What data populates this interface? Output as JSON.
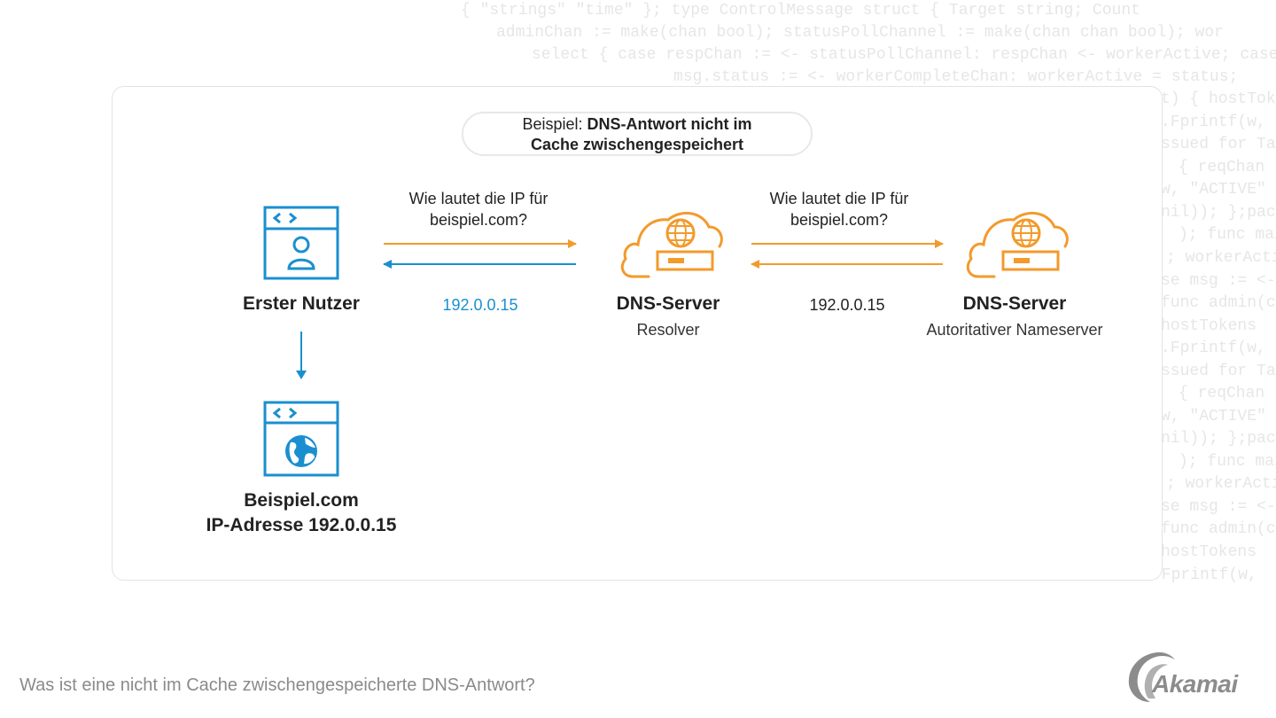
{
  "background_code": [
    "{ \"strings\" \"time\" }; type ControlMessage struct { Target string; Count",
    "adminChan := make(chan bool); statusPollChannel := make(chan chan bool); wor",
    "select { case respChan := <- statusPollChannel: respChan <- workerActive; case",
    "msg.status := <- workerCompleteChan: workerActive = status;",
    "t) { hostToke",
    ".Fprintf(w,",
    "ssued for Ta",
    "{ reqChan",
    "w, \"ACTIVE\"",
    "nil)); };pac",
    "); func mai",
    "; workerActi",
    "se msg := <-",
    "func admin(c",
    "hostTokens",
    ".Fprintf(w,",
    "ssued for Ta",
    "{ reqChan",
    "w, \"ACTIVE\"",
    "nil)); };pac",
    "); func mai",
    "; workerActi",
    "se msg := <-",
    "func admin(c",
    "hostTokens",
    ".Fprintf(w,"
  ],
  "title": {
    "prefix": "Beispiel: ",
    "bold_line1": "DNS-Antwort nicht im",
    "bold_line2": "Cache zwischengespeichert"
  },
  "user": {
    "label": "Erster Nutzer",
    "icon": "browser-user-icon"
  },
  "website": {
    "label_line1": "Beispiel.com",
    "label_line2": "IP-Adresse 192.0.0.15",
    "icon": "browser-globe-icon"
  },
  "resolver": {
    "label": "DNS-Server",
    "sublabel": "Resolver",
    "icon": "cloud-globe-server-icon"
  },
  "authoritative": {
    "label": "DNS-Server",
    "sublabel": "Autoritativer Nameserver",
    "icon": "cloud-globe-server-icon"
  },
  "messages": {
    "query1_line1": "Wie lautet die IP für",
    "query1_line2": "beispiel.com?",
    "response1": "192.0.0.15",
    "query2_line1": "Wie lautet die IP für",
    "query2_line2": "beispiel.com?",
    "response2": "192.0.0.15"
  },
  "footer": {
    "question": "Was ist eine nicht im Cache zwischengespeicherte DNS-Antwort?",
    "logo_text": "Akamai"
  },
  "colors": {
    "blue": "#1a8fd0",
    "orange": "#f39a2b",
    "dark_text": "#222222",
    "footer_gray": "#8a8a8a"
  }
}
